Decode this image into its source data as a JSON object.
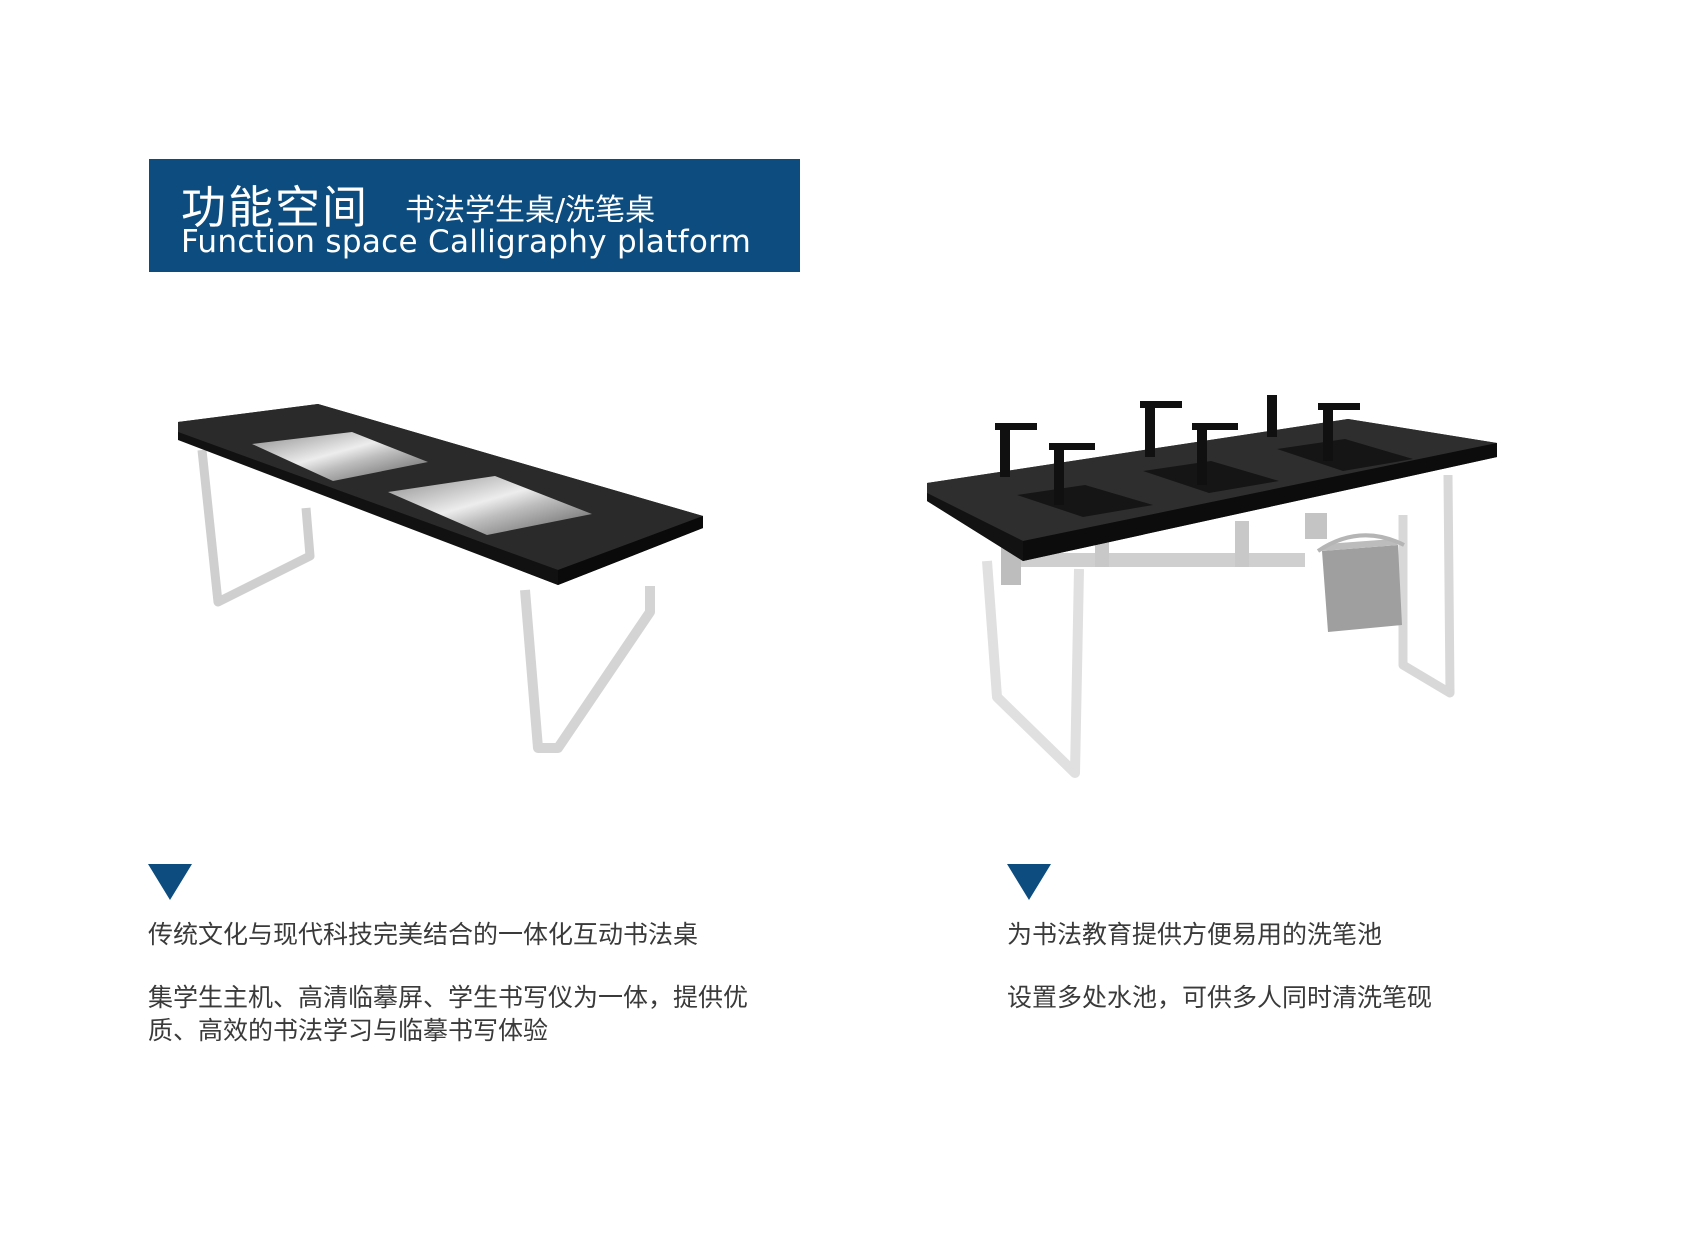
{
  "header": {
    "title_cn": "功能空间",
    "subtitle_cn": "书法学生桌/洗笔桌",
    "title_en": "Function space  Calligraphy platform",
    "background_color": "#0d4c7f"
  },
  "accent_color": "#0d4c7f",
  "products": [
    {
      "image": "calligraphy-student-desk-image",
      "title": "传统文化与现代科技完美结合的一体化互动书法桌",
      "description": "集学生主机、高清临摹屏、学生书写仪为一体，提供优质、高效的书法学习与临摹书写体验"
    },
    {
      "image": "brush-washing-table-image",
      "title": "为书法教育提供方便易用的洗笔池",
      "description": "设置多处水池，可供多人同时清洗笔砚"
    }
  ]
}
